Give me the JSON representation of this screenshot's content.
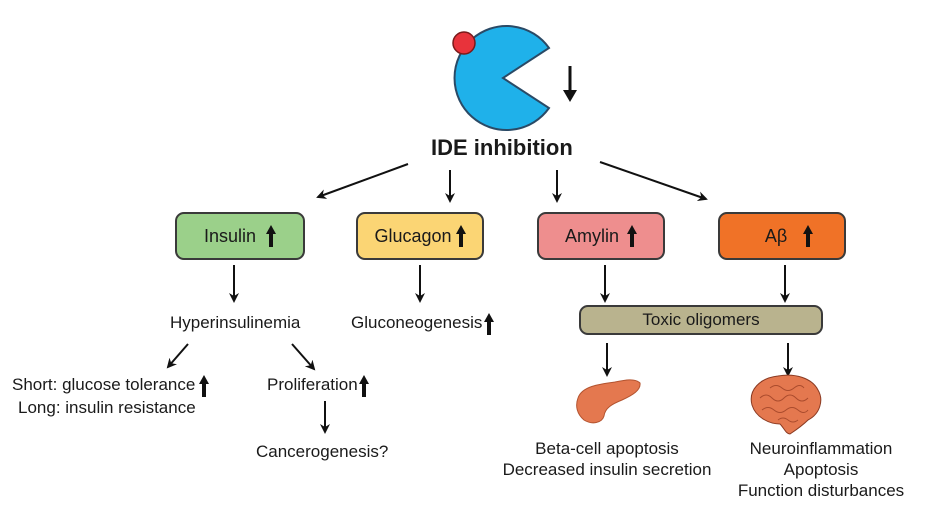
{
  "title": "IDE inhibition",
  "colors": {
    "enzyme": "#1fb1ea",
    "inhibitor": "#e8333b",
    "insulin_box": "#9bd08a",
    "glucagon_box": "#fbd574",
    "amylin_box": "#ee8e8e",
    "abeta_box": "#f07227",
    "oligomer_box": "#b9b38e",
    "organ": "#e4784f"
  },
  "nodes": {
    "insulin": "Insulin",
    "glucagon": "Glucagon",
    "amylin": "Amylin",
    "abeta": "Aβ",
    "hyperinsulinemia": "Hyperinsulinemia",
    "gluconeogenesis": "Gluconeogenesis",
    "toxic_oligomers": "Toxic oligomers",
    "short_effect": "Short: glucose tolerance",
    "long_effect": "Long: insulin resistance",
    "proliferation": "Proliferation",
    "cancerogenesis": "Cancerogenesis?",
    "pancreas_effects": [
      "Beta-cell apoptosis",
      "Decreased insulin secretion"
    ],
    "brain_effects": [
      "Neuroinflammation",
      "Apoptosis",
      "Function disturbances"
    ]
  },
  "icons": {
    "enzyme": "pacman-enzyme-icon",
    "inhibitor": "inhibitor-dot-icon",
    "pancreas": "pancreas-icon",
    "brain": "brain-icon",
    "increase": "up-arrow-icon",
    "decrease": "down-arrow-icon"
  }
}
